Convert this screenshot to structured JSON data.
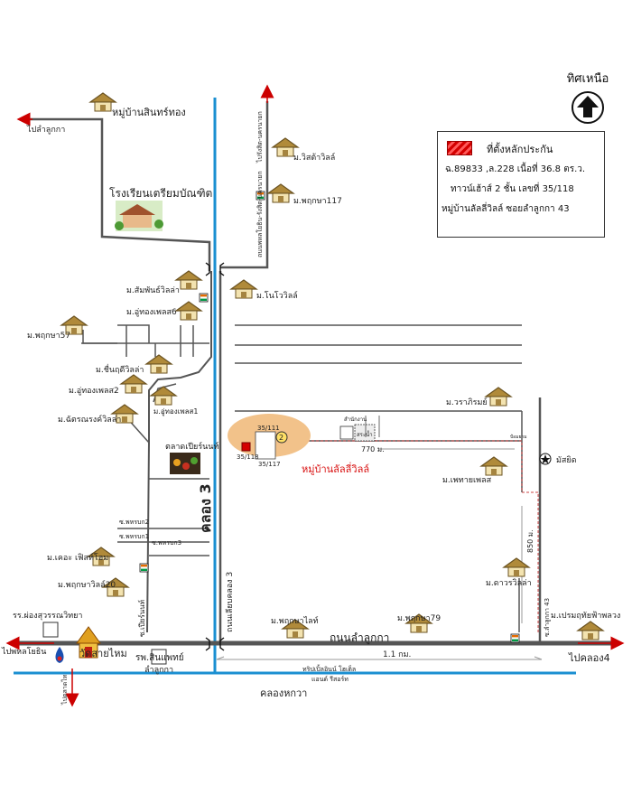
{
  "north": {
    "label": "ทิศเหนือ"
  },
  "legend": {
    "title": "ที่ตั้งหลักประกัน",
    "line1": "ฉ.89833 ,ล.228  เนื้อที่ 36.8 ตร.ว.",
    "line2": "ทาวน์เฮ้าส์  2 ชั้น  เลขที่ 35/118",
    "line3": "หมู่บ้านลัลลี่วิลล์  ซอยลำลูกกา 43",
    "highlight_color": "#e02020"
  },
  "places": {
    "sintong": "หมู่บ้านสินทร์ทอง",
    "to_lamlukka_top": "ไปลำลูกกา",
    "school": "โรงเรียนเตรียมบัณฑิต",
    "wisutawilla": "ม.วิสต้าวิลล์",
    "pruksa117": "ม.พฤกษา117",
    "to_rangsit": "ไปรังสิต-นครนายก",
    "road_rangsit": "ถนนพหลโยธิน-รังสิต-นครนายก",
    "sampan": "ม.สัมพันธ์วิลล่า",
    "nobo": "ม.โนโววิลล์",
    "uthong6": "ม.อู่ทองเพลส6",
    "pruksa57": "ม.พฤกษา57",
    "chuenruedee": "ม.ชื่นฤดีวิลล่า",
    "uthong2": "ม.อู่ทองเพลส2",
    "uthong1": "ม.อู่ทองเพลส1",
    "chatchai": "ม.ฉัตรณรงค์วิลล่า",
    "market": "ตลาดเปียร์นนท์",
    "klong3": "คลอง 3",
    "road_klong3": "ถนนเลียบคลอง 3",
    "soi_a": "ซ.พหรบก2",
    "soi_b": "ซ.พหรบก1",
    "soi_c": "ซ.พหรบก3",
    "soi_pienon": "ซ.เปียร์นนท์",
    "kasa": "ม.เคอะ เฟิสท์โฮม",
    "pruksavilla20": "ม.พฤกษาวิลล์20",
    "school2": "รร.ผ่องสุวรรณวิทยา",
    "to_phahon": "ไปพหลโยธิน",
    "to_talad": "ไปตลาดไท",
    "wat": "วัดสายไหม",
    "hospital": "รพ.สินแพทย์",
    "hospital_sub": "ลำลูกกา",
    "pruksalight": "ม.พฤกษาไลท์",
    "pruksa79": "ม.พฤกษา79",
    "road_main": "ถนนลำลูกกา",
    "dist_11": "1.1 กม.",
    "triple": "ทริปเปิ้ลอินน์ โฮเต็ล",
    "triple2": "แอนด์ รีสอร์ท",
    "klong_hok": "คลองหกวา",
    "to_klong4": "ไปคลอง4",
    "waraporn": "ม.วราภิรมย์",
    "mosque": "มัสยิด",
    "pethai": "ม.เพทายเพลส",
    "dist_770": "770 ม.",
    "dist_850": "850 ม.",
    "tawan": "ม.ดาวรวิลล่า",
    "premrutai": "ม.เปรมฤทัยฟ้าพลวง",
    "soi43": "ซ.ลำลูกกา 43",
    "lally": "หมู่บ้านลัลลี่วิลล์",
    "h111": "35/111",
    "h118": "35/118",
    "h117": "35/117",
    "office": "สำนักงาน",
    "pool": "สระน้ำ",
    "gate": "ป้อมยาม",
    "num2": "2"
  }
}
